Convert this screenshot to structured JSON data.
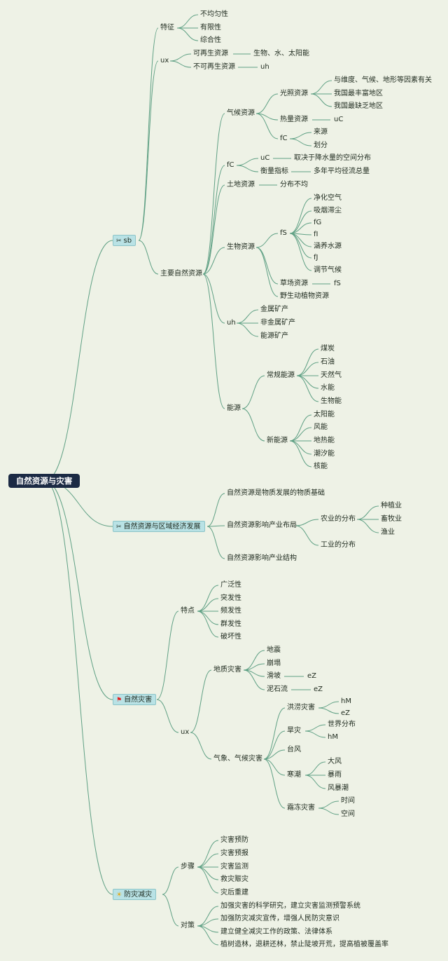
{
  "root": "自然资源与灾害",
  "b1": {
    "label": "sb",
    "icon": "tools-icon",
    "tezheng": {
      "label": "特征",
      "items": [
        "不均匀性",
        "有限性",
        "综合性"
      ]
    },
    "ux": {
      "label": "ux",
      "renew": "可再生资源",
      "renew_ex": "生物、水、太阳能",
      "nonrenew": "不可再生资源",
      "nonrenew_ex": "uh"
    },
    "main": {
      "label": "主要自然资源",
      "climate": {
        "label": "气候资源",
        "light": {
          "label": "光照资源",
          "items": [
            "与维度、气候、地形等因素有关",
            "我国最丰富地区",
            "我国最缺乏地区"
          ]
        },
        "heat": {
          "label": "热量资源",
          "ex": "uC"
        },
        "fc": {
          "label": "fC",
          "items": [
            "来源",
            "划分"
          ]
        }
      },
      "fc2": {
        "label": "fC",
        "uc": "uC",
        "uc_ex": "取决于降水量的空间分布",
        "measure": "衡量指标",
        "measure_ex": "多年平均径流总量"
      },
      "land": {
        "label": "土地资源",
        "ex": "分布不均"
      },
      "bio": {
        "label": "生物资源",
        "fs": {
          "label": "fS",
          "items": [
            "净化空气",
            "吸烟滞尘",
            "fG",
            "fI",
            "涵养水源",
            "fJ",
            "调节气候"
          ]
        },
        "grass": "草场资源",
        "grass_ex": "fS",
        "wild": "野生动植物资源"
      },
      "uh": {
        "label": "uh",
        "items": [
          "金属矿产",
          "非金属矿产",
          "能源矿产"
        ]
      },
      "energy": {
        "label": "能源",
        "conv": {
          "label": "常规能源",
          "items": [
            "煤炭",
            "石油",
            "天然气",
            "水能",
            "生物能"
          ]
        },
        "new": {
          "label": "新能源",
          "items": [
            "太阳能",
            "风能",
            "地热能",
            "潮汐能",
            "核能"
          ]
        }
      }
    }
  },
  "b2": {
    "label": "自然资源与区域经济发展",
    "icon": "tools-icon",
    "basis": "自然资源是物质发展的物质基础",
    "layout": {
      "label": "自然资源影响产业布局",
      "agri": {
        "label": "农业的分布",
        "items": [
          "种植业",
          "畜牧业",
          "渔业"
        ]
      },
      "ind": "工业的分布"
    },
    "structure": "自然资源影响产业结构"
  },
  "b3": {
    "label": "自然灾害",
    "icon": "red-flag-icon",
    "tedian": {
      "label": "特点",
      "items": [
        "广泛性",
        "突发性",
        "频发性",
        "群发性",
        "破坏性"
      ]
    },
    "ux": {
      "label": "ux",
      "geo": {
        "label": "地质灾害",
        "quake": "地震",
        "collapse": "崩塌",
        "landslide": "滑坡",
        "landslide_ex": "eZ",
        "debris": "泥石流",
        "debris_ex": "eZ"
      },
      "met": {
        "label": "气象、气候灾害",
        "flood": {
          "label": "洪涝灾害",
          "items": [
            "hM",
            "eZ"
          ]
        },
        "drought": {
          "label": "旱灾",
          "items": [
            "世界分布",
            "hM"
          ]
        },
        "typhoon": "台风",
        "cold": {
          "label": "寒潮",
          "items": [
            "大风",
            "暴雨",
            "风暴潮"
          ]
        },
        "frost": {
          "label": "霜冻灾害",
          "items": [
            "时间",
            "空间"
          ]
        }
      }
    }
  },
  "b4": {
    "label": "防灾减灾",
    "icon": "sun-icon",
    "steps": {
      "label": "步骤",
      "items": [
        "灾害预防",
        "灾害预报",
        "灾害监测",
        "救灾赈灾",
        "灾后重建"
      ]
    },
    "measures": {
      "label": "对策",
      "items": [
        "加强灾害的科学研究，建立灾害监测预警系统",
        "加强防灾减灾宣传，增强人民防灾意识",
        "建立健全减灾工作的政策、法律体系",
        "植树造林，退耕还林，禁止陡坡开荒，提高植被覆盖率"
      ]
    }
  }
}
